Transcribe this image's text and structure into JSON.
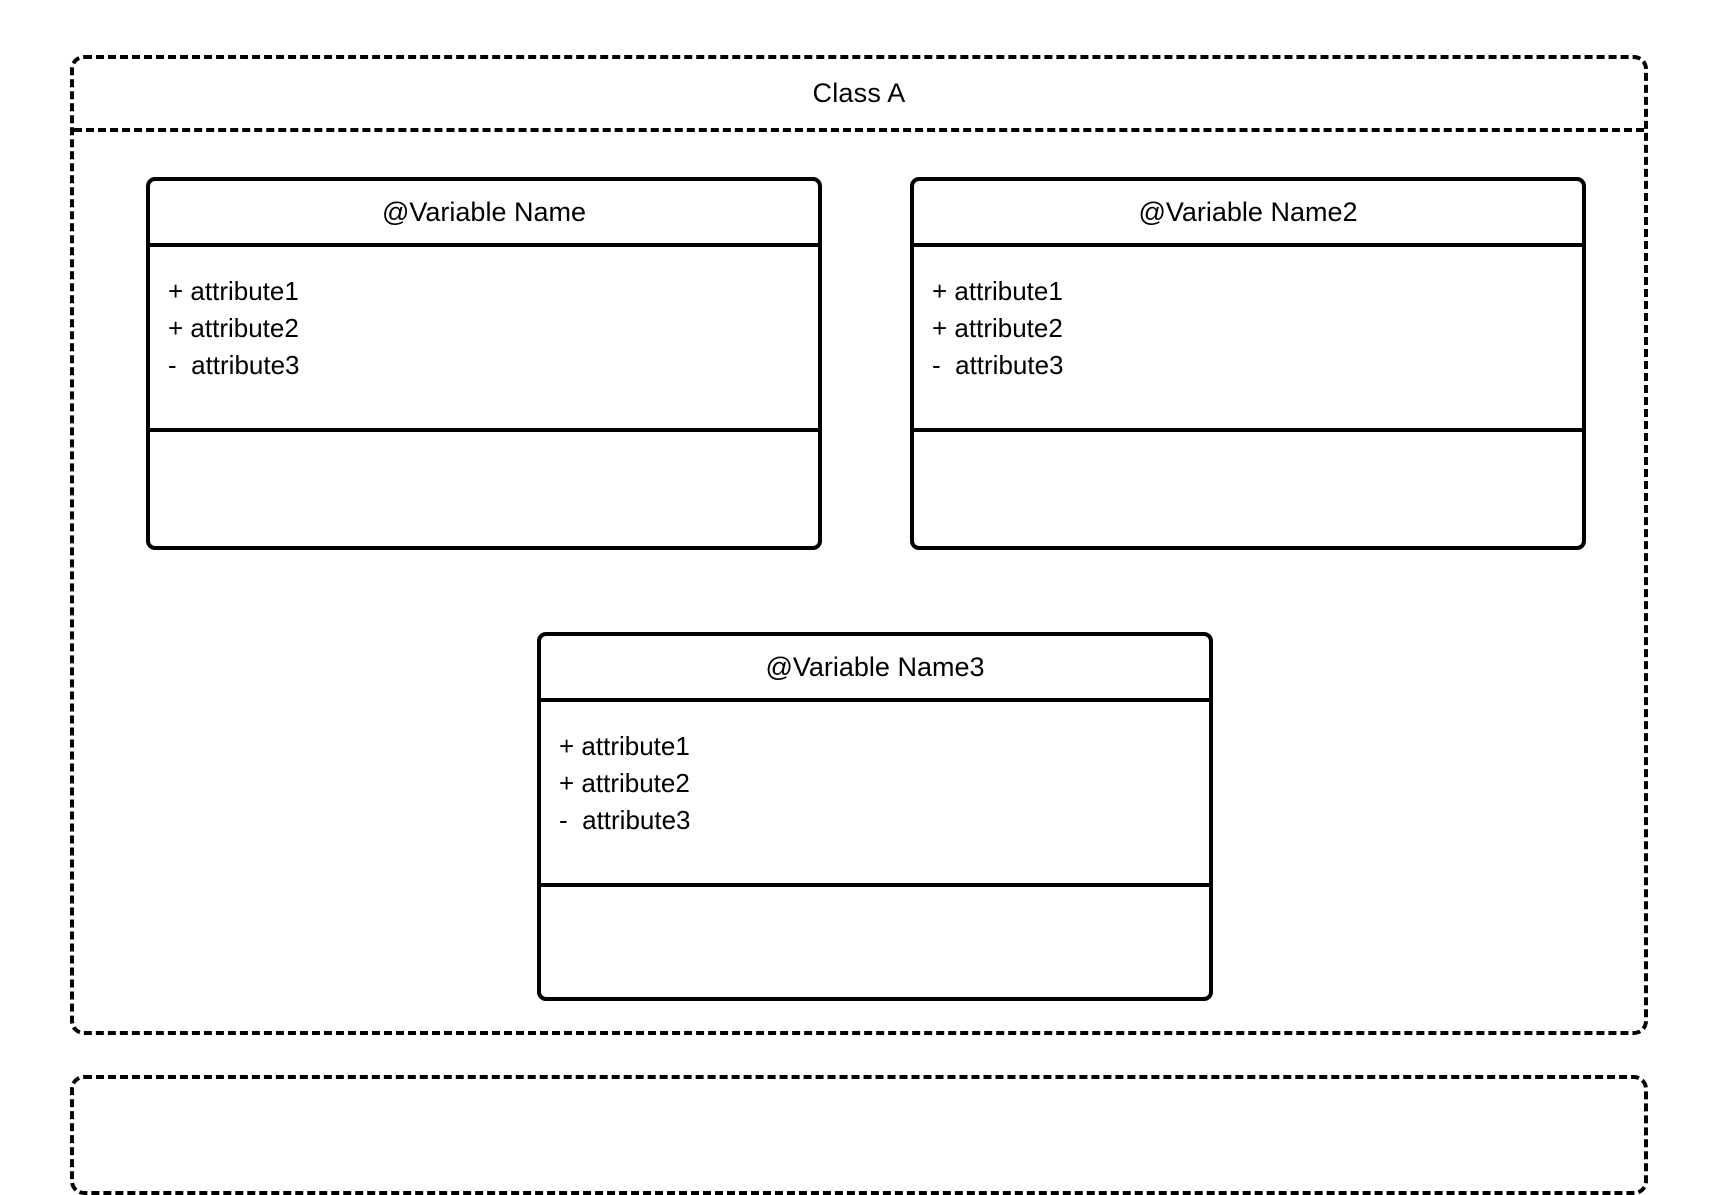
{
  "diagram": {
    "type": "uml-class-diagram",
    "background_color": "#ffffff",
    "line_color": "#000000"
  },
  "packages": [
    {
      "id": "class-a",
      "title": "Class A",
      "border_style": "dashed"
    },
    {
      "id": "next-package",
      "title": "",
      "border_style": "dashed"
    }
  ],
  "classes": [
    {
      "name": "@Variable Name",
      "attributes": [
        "+ attribute1",
        "+ attribute2",
        "-  attribute3"
      ],
      "operations": []
    },
    {
      "name": "@Variable Name2",
      "attributes": [
        "+ attribute1",
        "+ attribute2",
        "-  attribute3"
      ],
      "operations": []
    },
    {
      "name": "@Variable Name3",
      "attributes": [
        "+ attribute1",
        "+ attribute2",
        "-  attribute3"
      ],
      "operations": []
    }
  ]
}
